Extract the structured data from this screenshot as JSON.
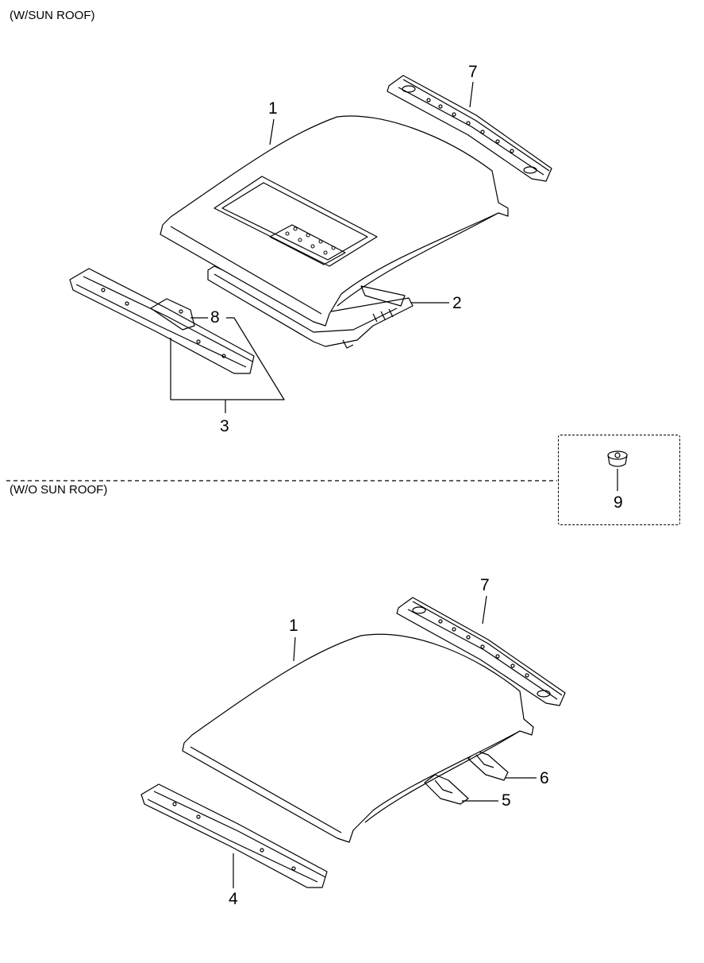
{
  "sections": {
    "with_sunroof": "(W/SUN ROOF)",
    "without_sunroof": "(W/O SUN ROOF)"
  },
  "callouts_top": {
    "roof_panel": "1",
    "sunroof_frame": "2",
    "front_rail_assembly": "3",
    "rear_rail": "7",
    "front_rail_bracket": "8",
    "clip": "9"
  },
  "callouts_bottom": {
    "roof_panel": "1",
    "front_rail": "4",
    "bow_front": "5",
    "bow_rear": "6",
    "rear_rail": "7"
  }
}
